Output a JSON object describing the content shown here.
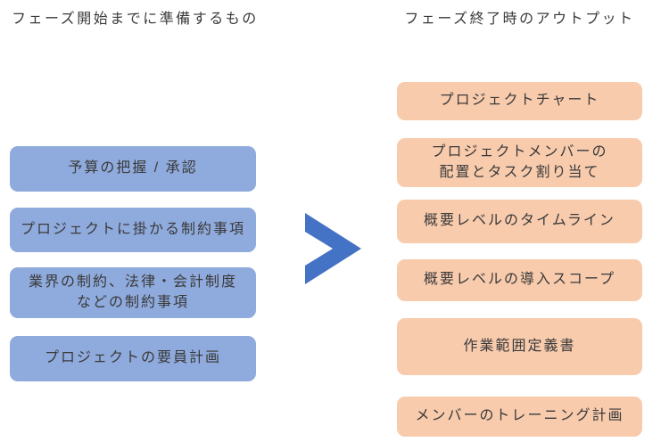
{
  "colors": {
    "left_box": "#8FAADC",
    "right_box": "#F8CBAD",
    "arrow": "#4472C4",
    "text": "#3A3A3A"
  },
  "left_column": {
    "title": "フェーズ開始までに準備するもの",
    "items": [
      "予算の把握 / 承認",
      "プロジェクトに掛かる制約事項",
      "業界の制約、法律・会計制度\nなどの制約事項",
      "プロジェクトの要員計画"
    ]
  },
  "arrow": {
    "icon": "chevron-right"
  },
  "right_column": {
    "title": "フェーズ終了時のアウトプット",
    "items": [
      "プロジェクトチャート",
      "プロジェクトメンバーの\n配置とタスク割り当て",
      "概要レベルのタイムライン",
      "概要レベルの導入スコープ",
      "作業範囲定義書",
      "メンバーのトレーニング計画"
    ]
  }
}
